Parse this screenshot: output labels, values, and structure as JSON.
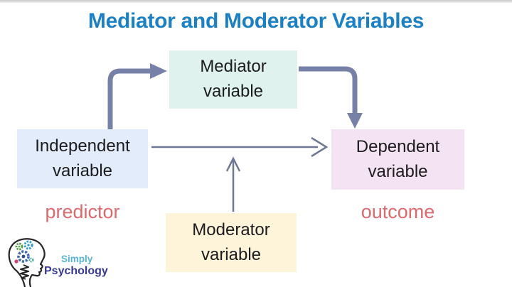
{
  "title": {
    "text": "Mediator and Moderator Variables",
    "color": "#1b80c4"
  },
  "boxes": {
    "mediator": {
      "label": "Mediator\nvariable",
      "bg": "#dff2ed"
    },
    "independent": {
      "label": "Independent\nvariable",
      "bg": "#e2ecfb"
    },
    "dependent": {
      "label": "Dependent\nvariable",
      "bg": "#f4e3f3"
    },
    "moderator": {
      "label": "Moderator\nvariable",
      "bg": "#fdf4da"
    }
  },
  "annotations": {
    "predictor": "predictor",
    "outcome": "outcome",
    "color": "#d96b6f"
  },
  "arrows": {
    "thick_color": "#7780a6",
    "thin_color": "#6e7894",
    "items": [
      "independent-to-mediator",
      "mediator-to-dependent",
      "independent-to-dependent",
      "moderator-to-path"
    ]
  },
  "logo": {
    "brand_line1": "Simply",
    "brand_line2": "Psychology",
    "line1_color": "#55b6d5",
    "line2_color": "#383a8e"
  }
}
